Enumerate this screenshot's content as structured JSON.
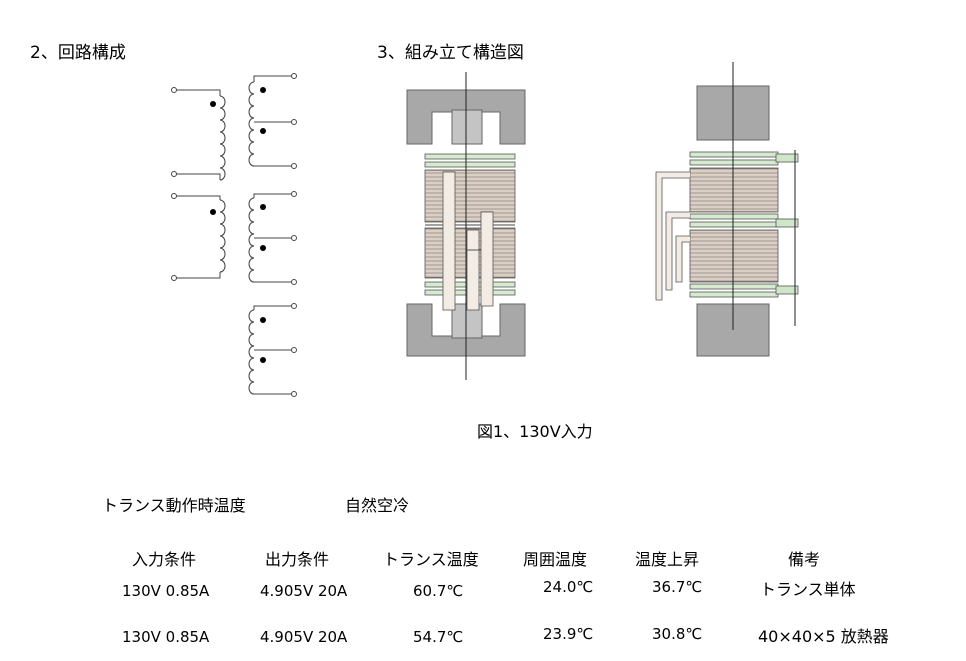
{
  "section2_title": "2、回路構成",
  "section3_title": "3、組み立て構造図",
  "figure_caption": "図1、130V入力",
  "temp_heading": "トランス動作時温度",
  "cooling": "自然空冷",
  "table": {
    "headers": [
      "入力条件",
      "出力条件",
      "トランス温度",
      "周囲温度",
      "温度上昇",
      "備考"
    ],
    "rows": [
      {
        "input": "130V 0.85A",
        "output": "4.905V 20A",
        "trans_temp": "60.7℃",
        "ambient": "24.0℃",
        "rise": "36.7℃",
        "note": "トランス単体"
      },
      {
        "input": "130V 0.85A",
        "output": "4.905V 20A",
        "trans_temp": "54.7℃",
        "ambient": "23.9℃",
        "rise": "30.8℃",
        "note": "40×40×5 放熱器"
      }
    ]
  }
}
